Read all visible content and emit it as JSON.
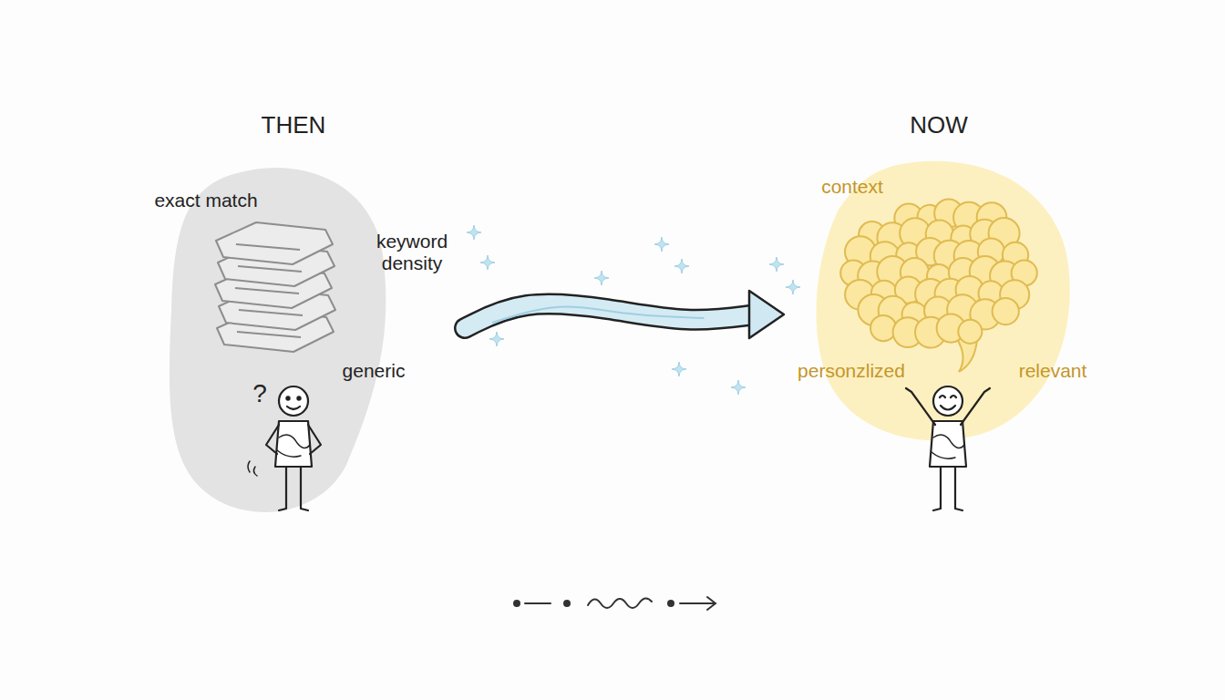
{
  "diagram": {
    "nodes": [
      {
        "text": [
          "THEN",
          "exact match",
          "keyword density",
          "generic"
        ]
      },
      {
        "text": [
          "NOW",
          "context",
          "personzlized",
          "relevant"
        ]
      }
    ],
    "edges": [
      {
        "from": 0,
        "to": 1,
        "arrow": "to"
      }
    ],
    "labels": [
      "?"
    ]
  }
}
